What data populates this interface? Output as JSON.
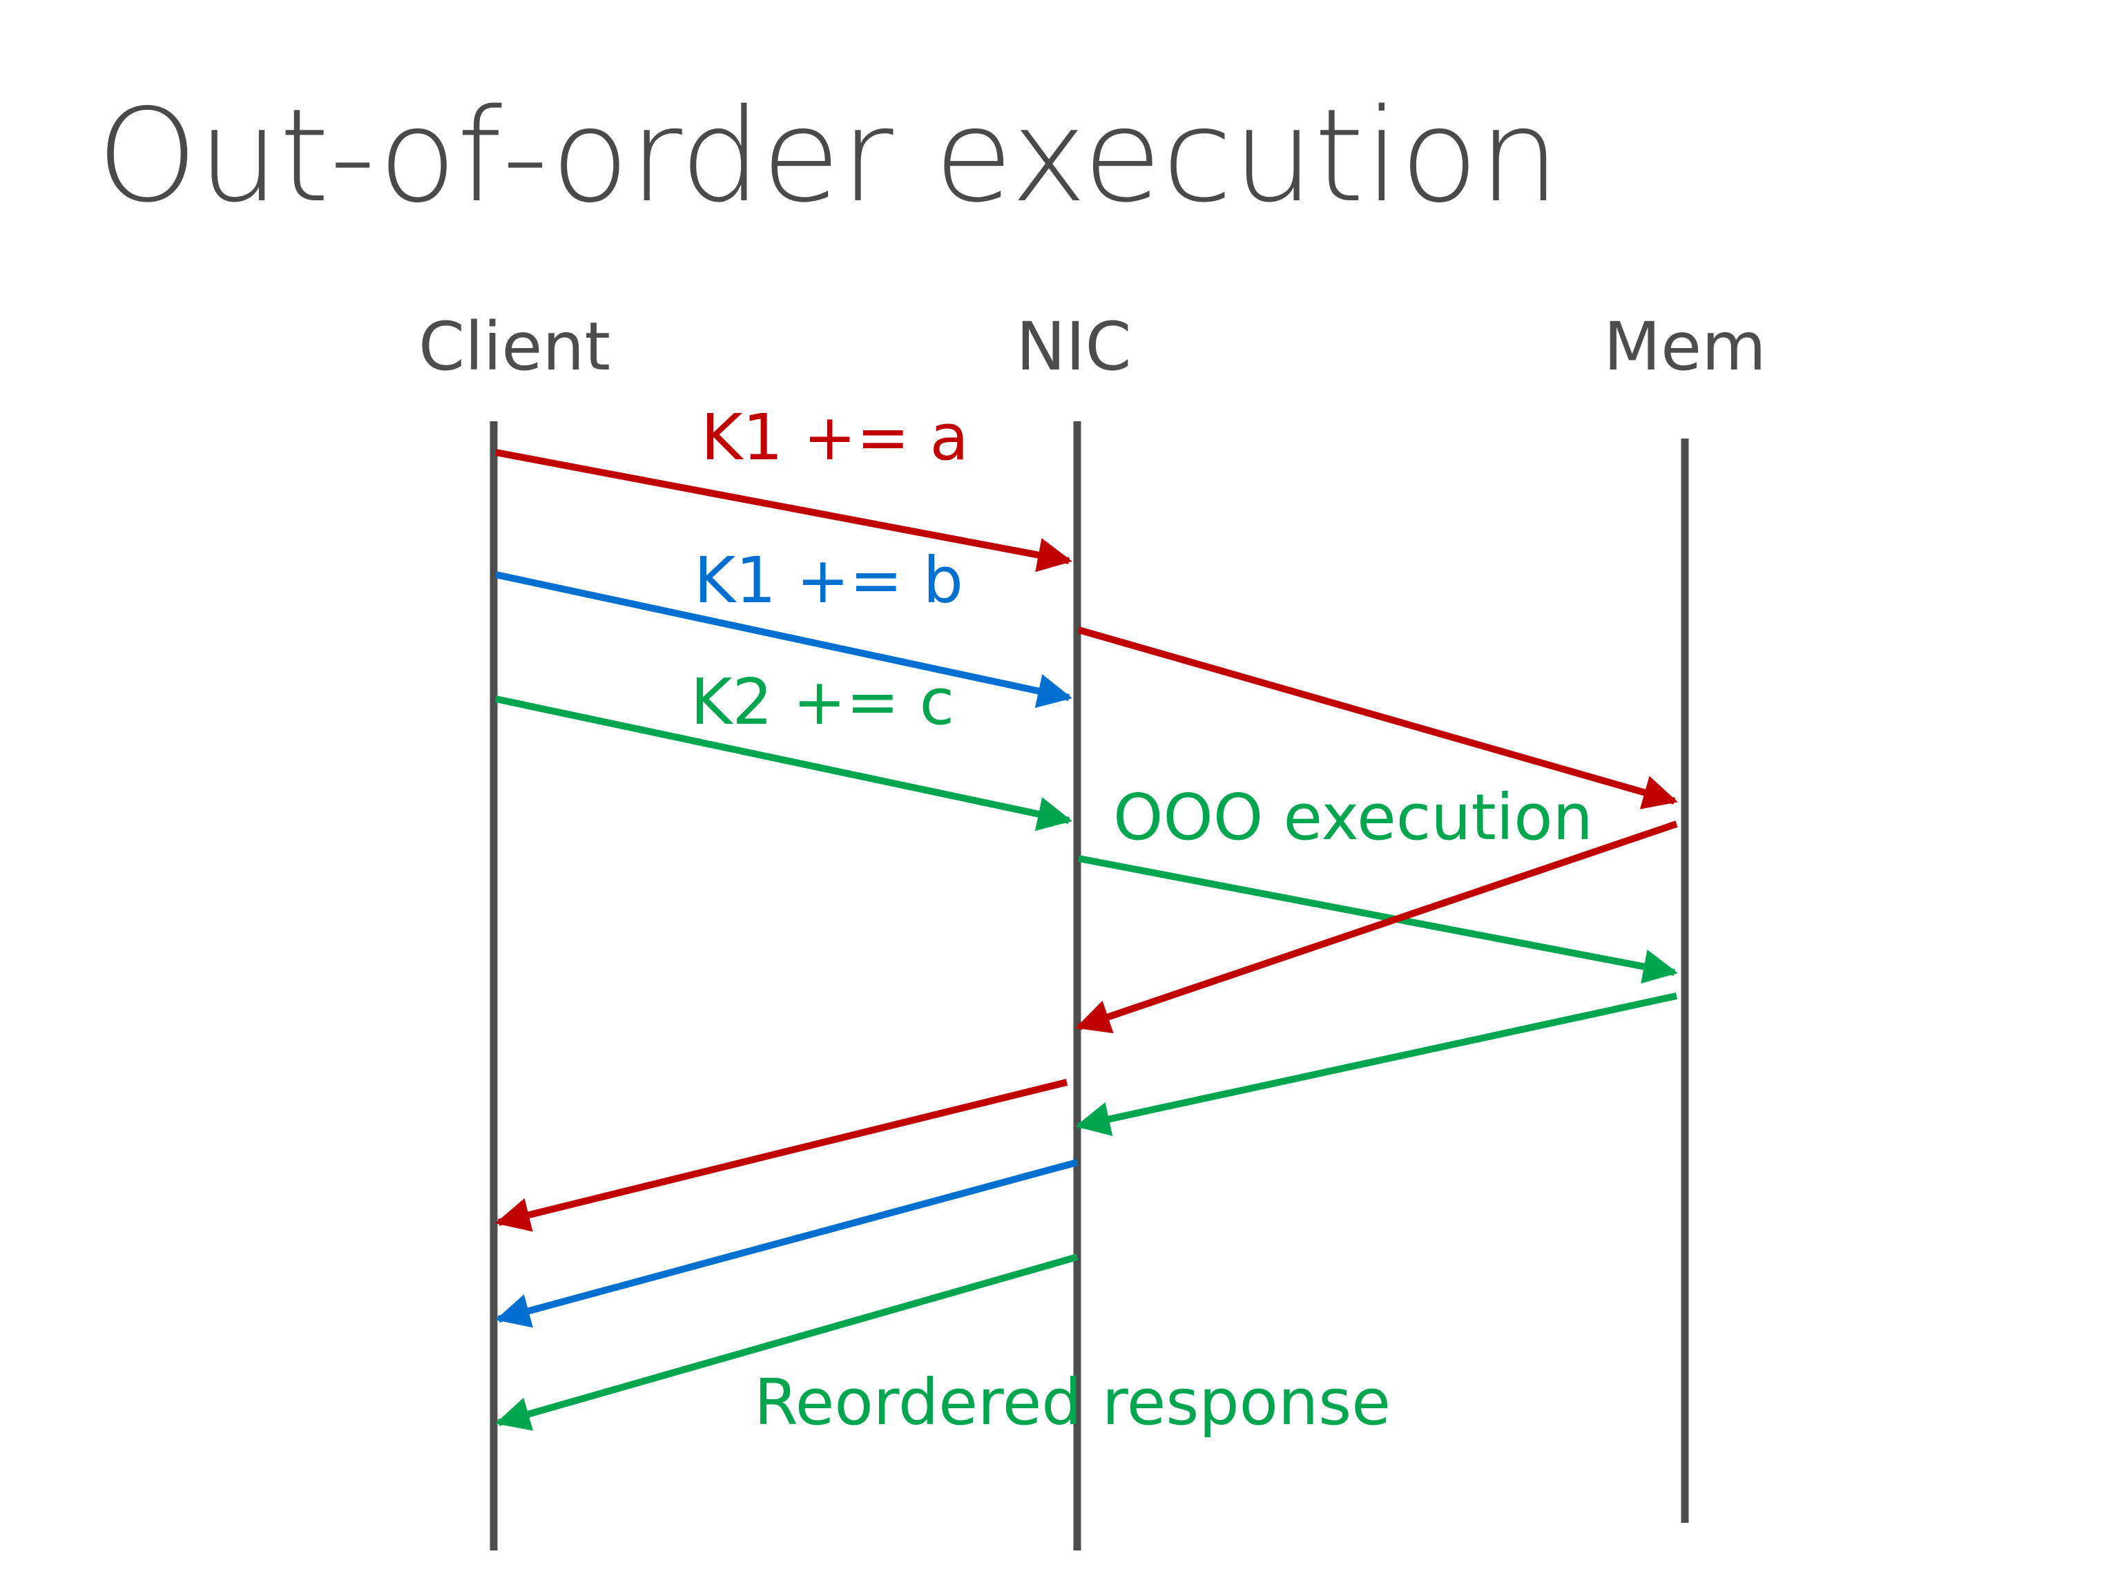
{
  "title": "Out-of-order execution",
  "lanes": [
    {
      "id": "client",
      "label": "Client"
    },
    {
      "id": "nic",
      "label": "NIC"
    },
    {
      "id": "mem",
      "label": "Mem"
    }
  ],
  "messages": [
    {
      "id": "k1a-request",
      "label": "K1 += a",
      "color": "#c00000"
    },
    {
      "id": "k1b-request",
      "label": "K1 += b",
      "color": "#0070d0"
    },
    {
      "id": "k2c-request",
      "label": "K2 += c",
      "color": "#00a550"
    }
  ],
  "annotations": {
    "ooo": "OOO execution",
    "reordered": "Reordered response"
  },
  "colors": {
    "red": "#c00000",
    "blue": "#0070d0",
    "green": "#00a550",
    "lane": "#4d4d4d",
    "title": "#4a4a4a"
  }
}
